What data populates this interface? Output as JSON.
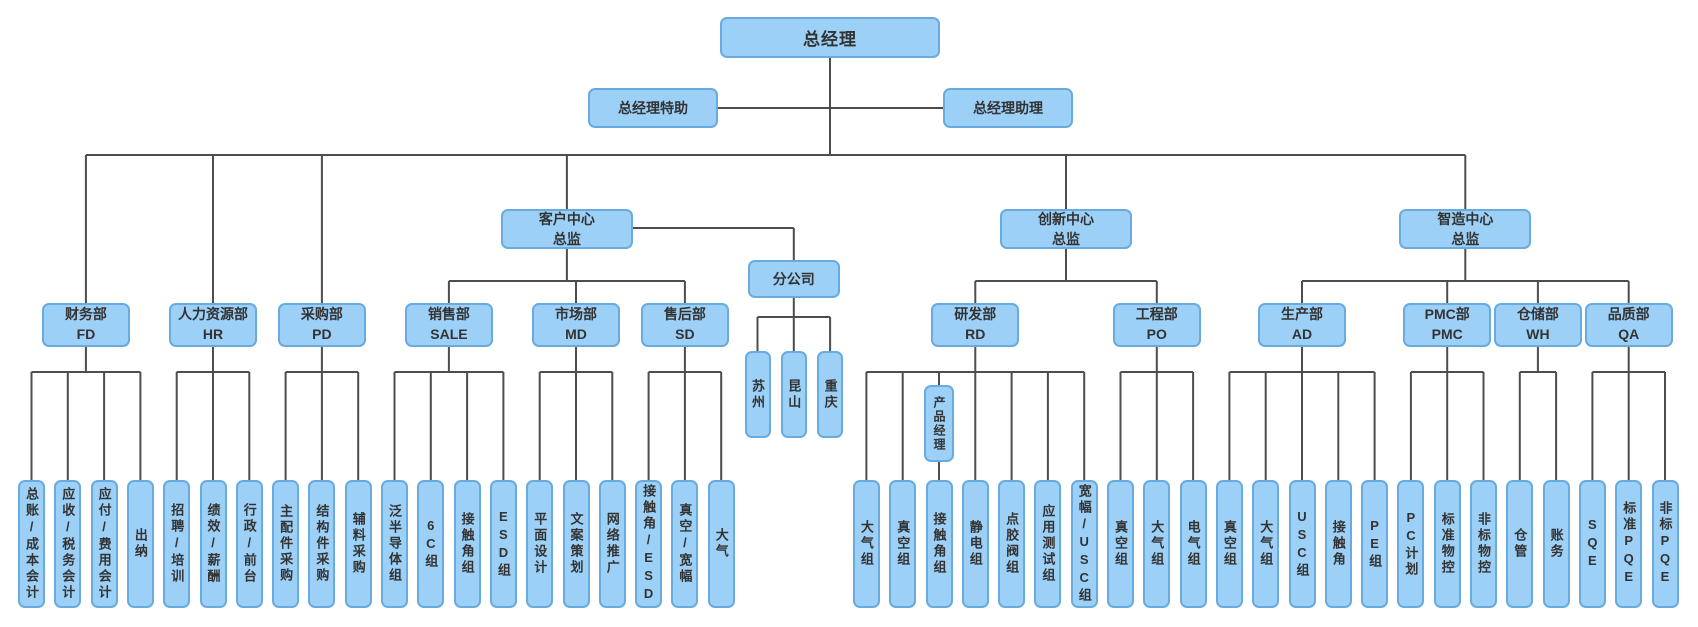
{
  "org_chart": {
    "root": {
      "label": "总经理"
    },
    "assistants": [
      {
        "label": "总经理特助"
      },
      {
        "label": "总经理助理"
      }
    ],
    "branches": [
      {
        "type": "department",
        "name": "财务部",
        "code": "FD",
        "teams": [
          "总账/成本会计",
          "应收/税务会计",
          "应付/费用会计",
          "出纳"
        ]
      },
      {
        "type": "department",
        "name": "人力资源部",
        "code": "HR",
        "teams": [
          "招聘/培训",
          "绩效/薪酬",
          "行政/前台"
        ]
      },
      {
        "type": "department",
        "name": "采购部",
        "code": "PD",
        "teams": [
          "主配件采购",
          "结构件采购",
          "辅料采购"
        ]
      },
      {
        "type": "director",
        "name": "客户中心",
        "title": "总监",
        "departments": [
          {
            "name": "销售部",
            "code": "SALE",
            "teams": [
              "泛半导体组",
              "6C组",
              "接触角组",
              "ESD组"
            ]
          },
          {
            "name": "市场部",
            "code": "MD",
            "teams": [
              "平面设计",
              "文案策划",
              "网络推广"
            ]
          },
          {
            "name": "售后部",
            "code": "SD",
            "teams": [
              "接触角/ESD",
              "真空/宽幅",
              "大气"
            ]
          }
        ],
        "side_branch": {
          "name": "分公司",
          "locations": [
            "苏州",
            "昆山",
            "重庆"
          ]
        }
      },
      {
        "type": "director",
        "name": "创新中心",
        "title": "总监",
        "departments": [
          {
            "name": "研发部",
            "code": "RD",
            "teams": [
              "大气组",
              "真空组",
              "接触角组",
              "静电组",
              "点胶阀组",
              "应用测试组",
              "宽幅/USC组"
            ],
            "middle_manager": {
              "label": "产品经理",
              "over_team_index": 2
            }
          },
          {
            "name": "工程部",
            "code": "PO",
            "teams": [
              "真空组",
              "大气组",
              "电气组"
            ]
          }
        ]
      },
      {
        "type": "director",
        "name": "智造中心",
        "title": "总监",
        "departments": [
          {
            "name": "生产部",
            "code": "AD",
            "teams": [
              "真空组",
              "大气组",
              "USC组",
              "接触角",
              "PE组"
            ]
          },
          {
            "name": "PMC部",
            "code": "PMC",
            "teams": [
              "PC计划",
              "标准物控",
              "非标物控"
            ]
          },
          {
            "name": "仓储部",
            "code": "WH",
            "teams": [
              "仓管",
              "账务"
            ]
          },
          {
            "name": "品质部",
            "code": "QA",
            "teams": [
              "SQE",
              "标准PQE",
              "非标PQE"
            ]
          }
        ]
      }
    ],
    "colors": {
      "box_fill": "#9DD0F7",
      "box_border": "#69ABDF",
      "connector_line": "#4D4D4D",
      "text": "#333333",
      "background": "#FFFFFF"
    }
  }
}
